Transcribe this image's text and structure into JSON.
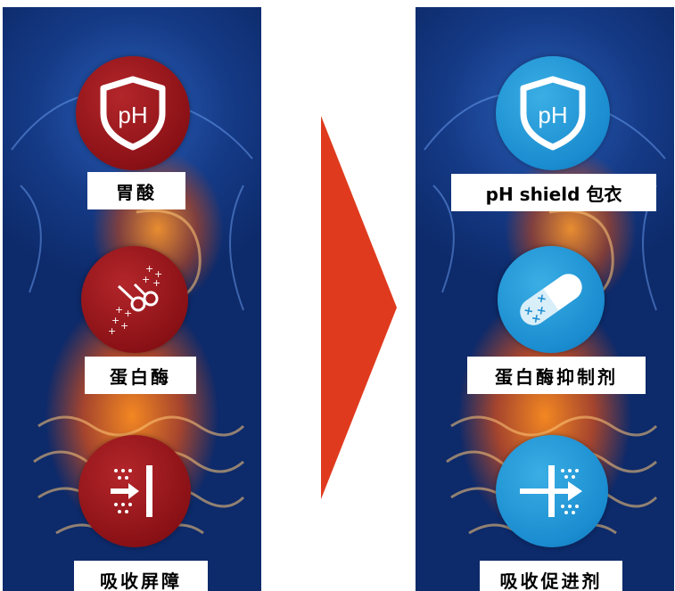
{
  "left_panel": {
    "items": [
      {
        "icon": "ph-shield-icon",
        "icon_text": "pH",
        "label": "胃酸"
      },
      {
        "icon": "scissors-icon",
        "label": "蛋白酶"
      },
      {
        "icon": "absorption-barrier-icon",
        "label": "吸收屏障"
      }
    ],
    "accent": "#9e1b20"
  },
  "right_panel": {
    "items": [
      {
        "icon": "ph-shield-icon",
        "icon_text": "pH",
        "label": "pH shield 包衣"
      },
      {
        "icon": "capsule-icon",
        "label": "蛋白酶抑制剂"
      },
      {
        "icon": "absorption-enhancer-icon",
        "label": "吸收促进剂"
      }
    ],
    "accent": "#1e90d4"
  },
  "arrow": {
    "icon": "right-triangle-arrow-icon",
    "color": "#e03a1e"
  }
}
